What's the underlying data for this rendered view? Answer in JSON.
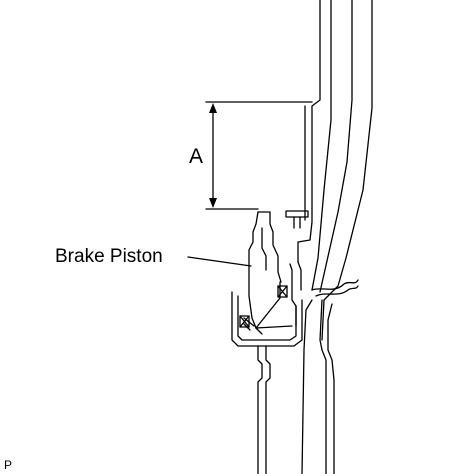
{
  "labels": {
    "dimension": "A",
    "brake_piston": "Brake Piston",
    "figure_code": "P"
  }
}
